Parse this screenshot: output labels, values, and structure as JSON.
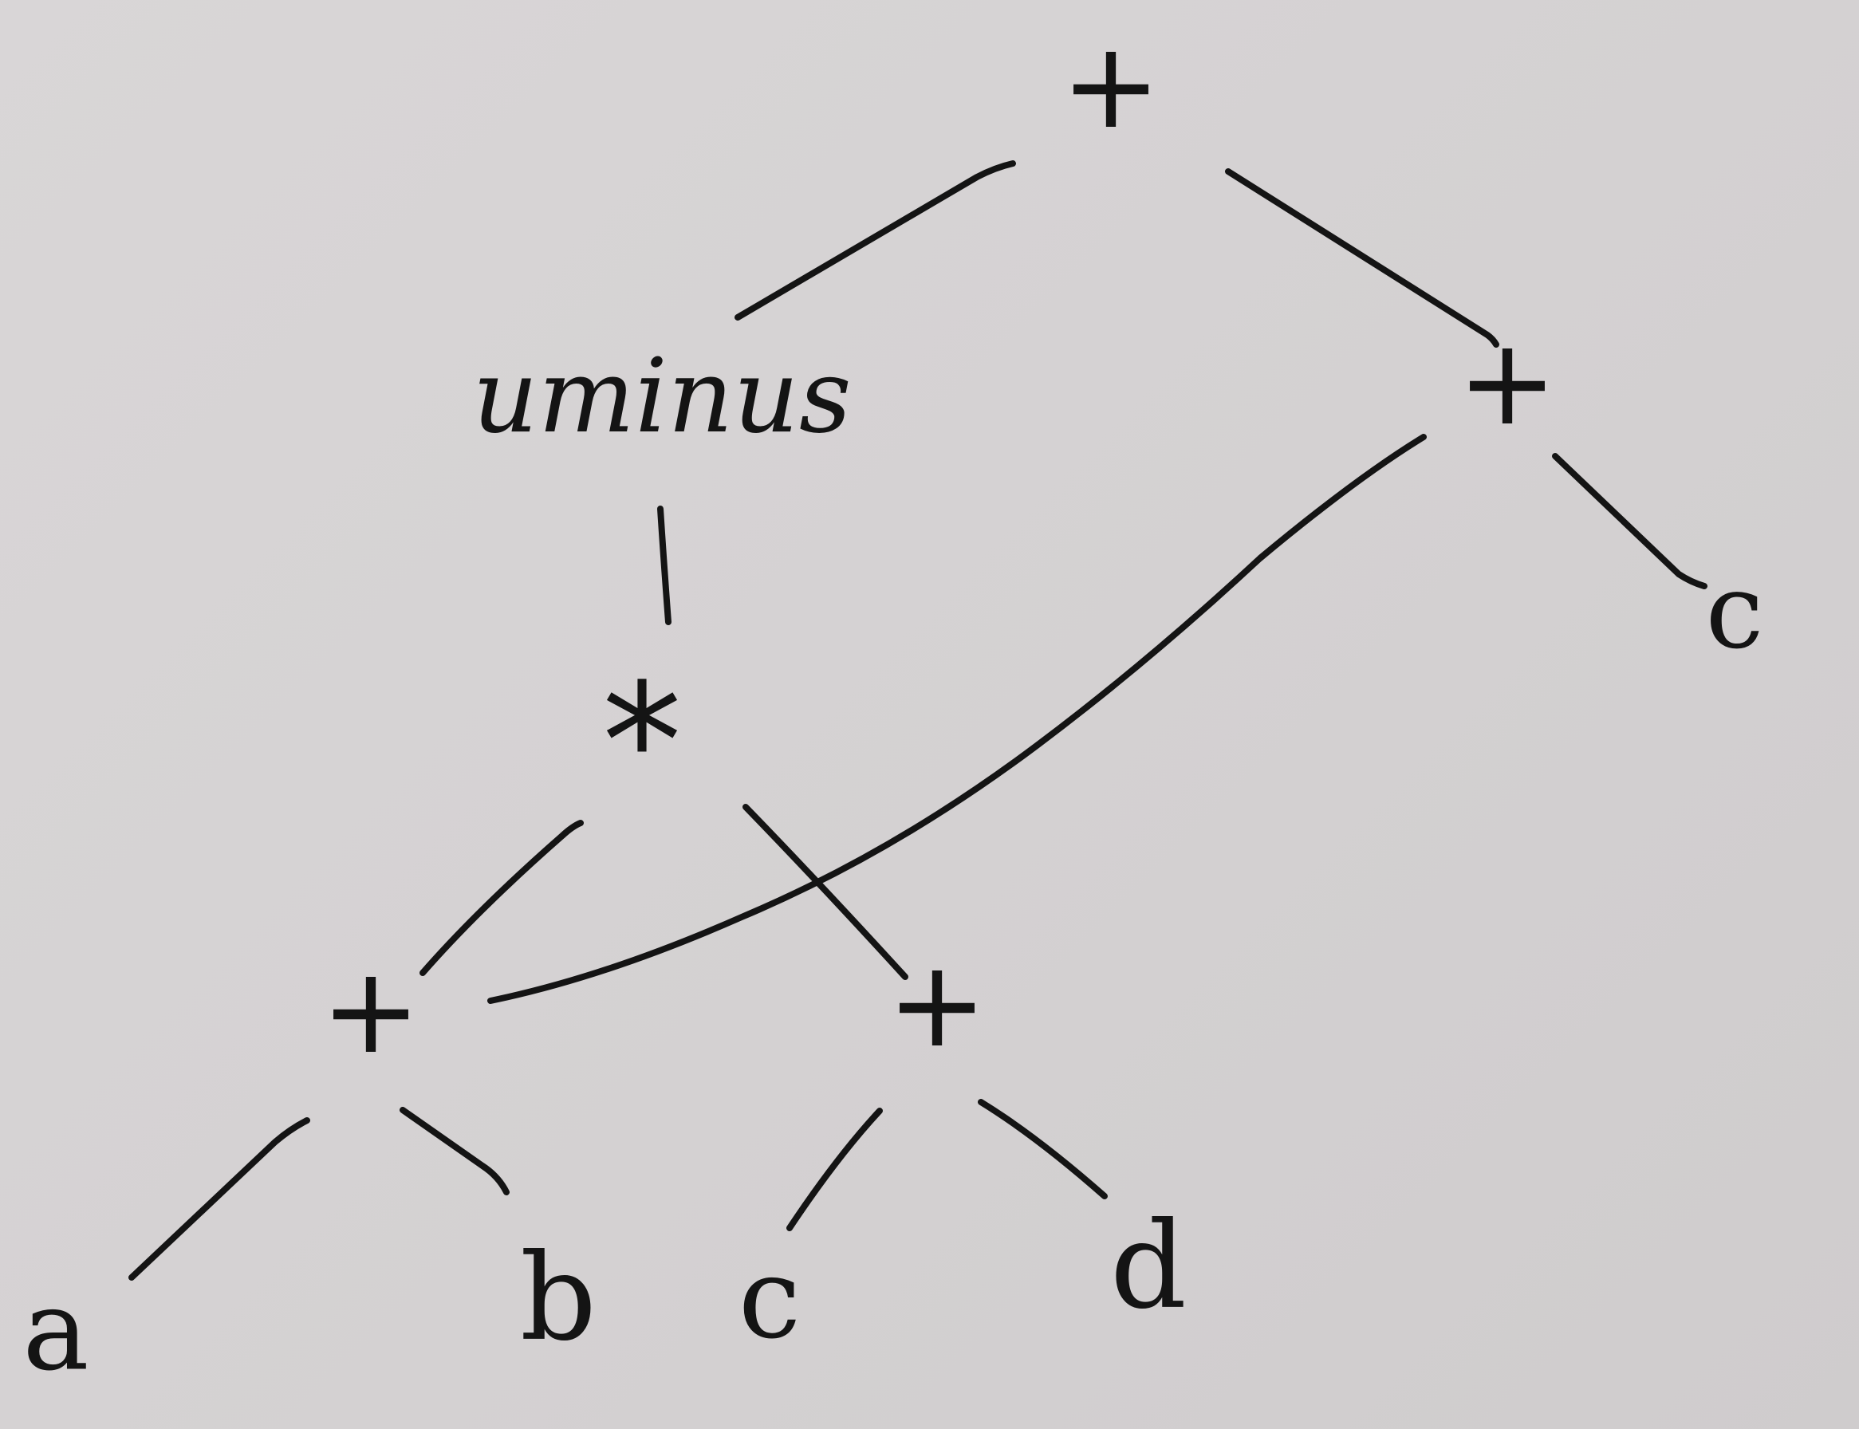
{
  "diagram": {
    "nodes": [
      {
        "id": "root_plus",
        "label": "+"
      },
      {
        "id": "uminus",
        "label": "uminus"
      },
      {
        "id": "plus_right",
        "label": "+"
      },
      {
        "id": "leaf_c_top",
        "label": "c"
      },
      {
        "id": "times",
        "label": "*"
      },
      {
        "id": "plus_left",
        "label": "+"
      },
      {
        "id": "plus_mid",
        "label": "+"
      },
      {
        "id": "leaf_a",
        "label": "a"
      },
      {
        "id": "leaf_b",
        "label": "b"
      },
      {
        "id": "leaf_c",
        "label": "c"
      },
      {
        "id": "leaf_d",
        "label": "d"
      }
    ],
    "edges": [
      {
        "from": "root_plus",
        "to": "uminus"
      },
      {
        "from": "root_plus",
        "to": "plus_right"
      },
      {
        "from": "plus_right",
        "to": "plus_left"
      },
      {
        "from": "plus_right",
        "to": "leaf_c_top"
      },
      {
        "from": "uminus",
        "to": "times"
      },
      {
        "from": "times",
        "to": "plus_left"
      },
      {
        "from": "times",
        "to": "plus_mid"
      },
      {
        "from": "plus_left",
        "to": "leaf_a"
      },
      {
        "from": "plus_left",
        "to": "leaf_b"
      },
      {
        "from": "plus_mid",
        "to": "leaf_c"
      },
      {
        "from": "plus_mid",
        "to": "leaf_d"
      }
    ]
  }
}
